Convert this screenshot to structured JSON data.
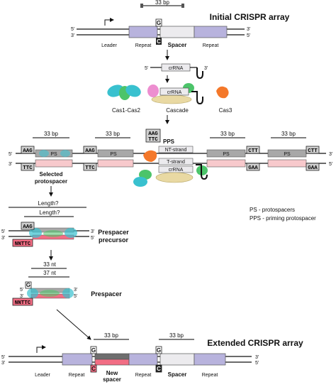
{
  "colors": {
    "repeat": "#b8b3dd",
    "spacer": "#ecebee",
    "ps_pink": "#f7c9cc",
    "ps_gray": "#a8a8a8",
    "new_spacer": "#f26d84",
    "cas1": "#39c1cf",
    "cas2": "#4cc46a",
    "cas3": "#f4782a",
    "cascade": "#e9d9a3"
  },
  "initial": {
    "title": "Initial CRISPR array",
    "bp": "33 bp",
    "five": "5'",
    "three": "3'",
    "g": "G",
    "c": "C",
    "labels": {
      "leader": "Leader",
      "repeat1": "Repeat",
      "spacer": "Spacer",
      "repeat2": "Repeat"
    }
  },
  "crrna": {
    "five": "5'",
    "three": "3'",
    "label": "crRNA"
  },
  "complexes": {
    "cas12": "Cas1-Cas2",
    "cascade": "Cascade",
    "cas3": "Cas3",
    "crrna_label": "crRNA"
  },
  "target": {
    "bp1": "33 bp",
    "bp2": "33 bp",
    "bp3": "33 bp",
    "bp4": "33 bp",
    "pps": "PPS",
    "nt_strand": "NT-strand",
    "t_strand": "T-strand",
    "crrna": "crRNA",
    "aag_top": "AAG",
    "ttc_top": "TTC",
    "ps1": "PS",
    "ps2": "PS",
    "ps3": "PS",
    "ps4": "PS",
    "aag1": "AAG",
    "ttc1": "TTC",
    "aag2": "AAG",
    "ttc2": "TTC",
    "ctt1": "CTT",
    "gaa1": "GAA",
    "ctt2": "CTT",
    "gaa2": "GAA",
    "five_top": "5'",
    "three_bot": "3'",
    "three_top_r": "3'",
    "five_bot_r": "5'",
    "selected": "Selected",
    "protospacer": "protospacer"
  },
  "legend": {
    "ps": "PS - protospacers",
    "pps": "PPS - priming protospacer"
  },
  "precursor": {
    "length1": "Length?",
    "length2": "Length?",
    "aag": "AAG",
    "nnttc": "NNTTC",
    "five_l": "5'",
    "three_l": "3'",
    "three_r": "3'",
    "five_r": "5'",
    "title1": "Prespacer",
    "title2": "precursor"
  },
  "prespacer": {
    "nt33": "33 nt",
    "nt37": "37 nt",
    "g": "G",
    "nnttc": "NNTTC",
    "five_l": "5'",
    "three_l": "3'",
    "three_r": "3'",
    "five_r": "5'",
    "title": "Prespacer"
  },
  "extended": {
    "title": "Extended CRISPR array",
    "bp1": "33 bp",
    "bp2": "33 bp",
    "five": "5'",
    "three": "3'",
    "g1": "G",
    "c1": "C",
    "g2": "G",
    "c2": "C",
    "labels": {
      "leader": "Leader",
      "repeat1": "Repeat",
      "new1": "New",
      "new2": "spacer",
      "repeat2": "Repeat",
      "spacer": "Spacer",
      "repeat3": "Repeat"
    }
  }
}
